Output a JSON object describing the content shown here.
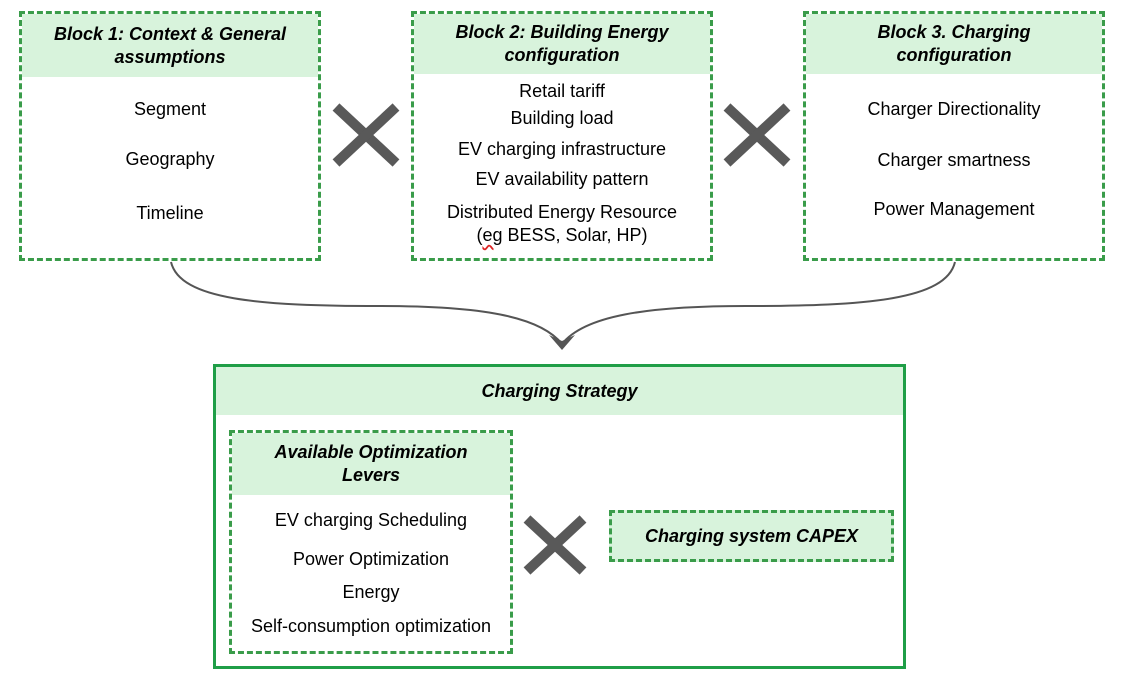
{
  "block1": {
    "title_line1": "Block 1:  Context & General",
    "title_line2": "assumptions",
    "items": [
      "Segment",
      "Geography",
      "Timeline"
    ]
  },
  "block2": {
    "title_line1": "Block 2:  Building Energy",
    "title_line2": "configuration",
    "items": [
      "Retail tariff",
      "Building load",
      "EV charging infrastructure",
      "EV availability pattern",
      "Distributed Energy Resource"
    ],
    "der_detail_prefix": "(",
    "der_detail_abbrev": "eg",
    "der_detail_rest": " BESS, Solar, HP)"
  },
  "block3": {
    "title_line1": "Block 3. Charging",
    "title_line2": "configuration",
    "items": [
      "Charger Directionality",
      "Charger smartness",
      "Power Management"
    ]
  },
  "strategy": {
    "title": "Charging Strategy",
    "levers": {
      "title_line1": "Available Optimization",
      "title_line2": "Levers",
      "items": [
        "EV charging Scheduling",
        "Power Optimization",
        "Energy",
        "Self-consumption optimization"
      ]
    },
    "capex": "Charging system CAPEX"
  },
  "colors": {
    "border_green": "#3a9c4a",
    "header_fill": "#d8f3dc",
    "multiply_mark": "#595959",
    "arrow": "#555555"
  }
}
